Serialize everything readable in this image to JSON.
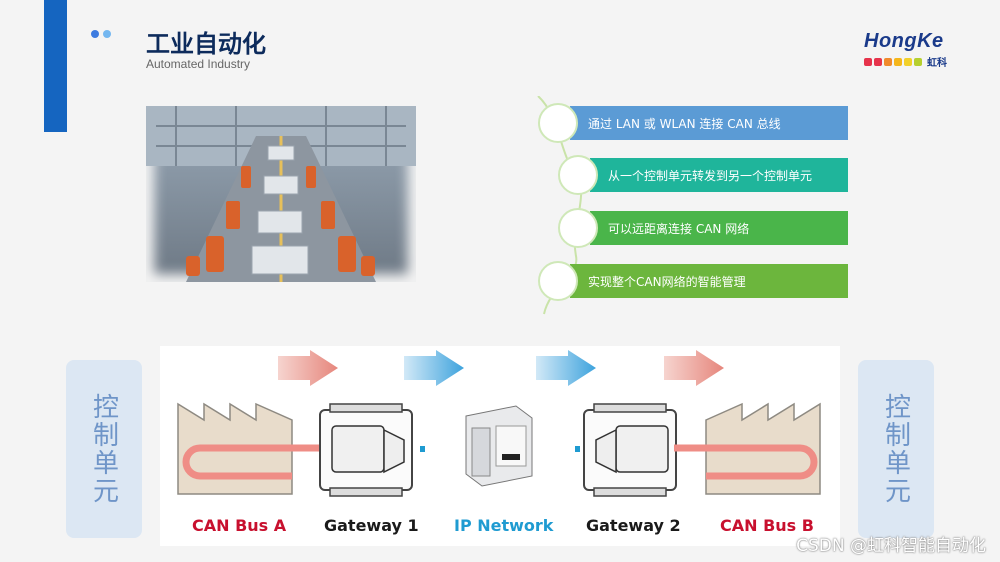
{
  "header": {
    "title": "工业自动化",
    "subtitle": "Automated Industry",
    "dot_colors": [
      "#3d7be0",
      "#74b7f0"
    ]
  },
  "logo": {
    "text": "HongKe",
    "cn": "虹科",
    "colors": [
      "#e6334b",
      "#e6334b",
      "#f08a2c",
      "#f5b61b",
      "#f2d02a",
      "#b6cf2e"
    ]
  },
  "features": [
    {
      "text": "通过 LAN 或 WLAN 连接 CAN 总线",
      "color": "#5b9bd5"
    },
    {
      "text": "从一个控制单元转发到另一个控制单元",
      "color": "#1fb59b"
    },
    {
      "text": "可以远距离连接 CAN 网络",
      "color": "#4ab54a"
    },
    {
      "text": "实现整个CAN网络的智能管理",
      "color": "#6cb63d"
    }
  ],
  "side": {
    "left": "控制单元",
    "right": "控制单元"
  },
  "diagram": {
    "labels": [
      {
        "text": "CAN Bus A",
        "color": "#c8102e"
      },
      {
        "text": "Gateway 1",
        "color": "#1a1a1a"
      },
      {
        "text": "IP Network",
        "color": "#1f9bd1"
      },
      {
        "text": "Gateway 2",
        "color": "#1a1a1a"
      },
      {
        "text": "CAN Bus B",
        "color": "#c8102e"
      }
    ]
  },
  "watermark": "CSDN @虹科智能自动化"
}
